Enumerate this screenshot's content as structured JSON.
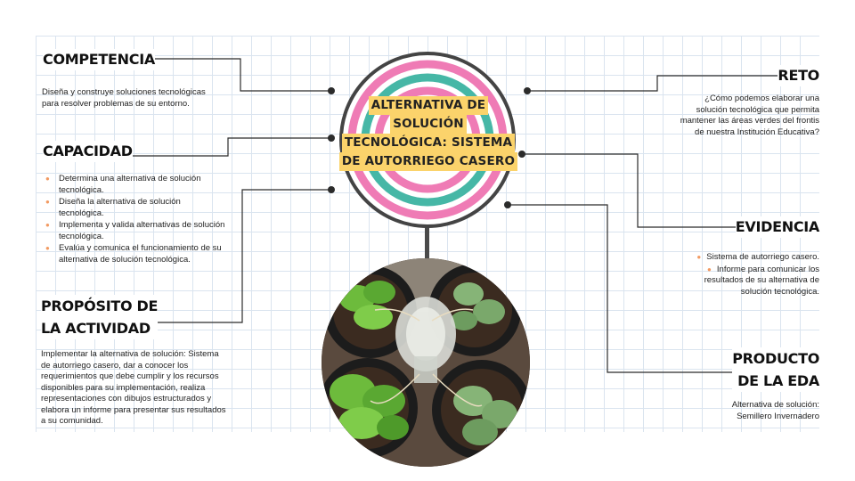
{
  "title": [
    "ALTERNATIVA DE",
    "SOLUCIÓN",
    "TECNOLÓGICA: SISTEMA",
    "DE AUTORRIEGO CASERO"
  ],
  "competencia": {
    "heading": "COMPETENCIA",
    "text": "Diseña y construye soluciones tecnológicas para resolver problemas de su entorno."
  },
  "capacidad": {
    "heading": "CAPACIDAD",
    "items": [
      "Determina una alternativa de solución tecnológica.",
      "Diseña la alternativa de solución tecnológica.",
      "Implementa y valida alternativas de solución tecnológica.",
      "Evalúa y comunica el funcionamiento de su alternativa de solución tecnológica."
    ]
  },
  "proposito": {
    "heading_line1": "PROPÓSITO DE",
    "heading_line2": "LA ACTIVIDAD",
    "text": "Implementar la alternativa de solución: Sistema de autorriego casero, dar a conocer los requerimientos que debe cumplir y los recursos disponibles para su implementación, realiza representaciones con dibujos estructurados y elabora un informe para presentar sus resultados a su comunidad."
  },
  "reto": {
    "heading": "RETO",
    "text": "¿Cómo podemos elaborar una solución tecnológica que permita mantener las áreas verdes del frontis de nuestra Institución Educativa?"
  },
  "evidencia": {
    "heading": "EVIDENCIA",
    "items": [
      "Sistema de autorriego casero.",
      "Informe para comunicar los resultados de su alternativa de solución tecnológica."
    ]
  },
  "producto": {
    "heading_line1": "PRODUCTO",
    "heading_line2": "DE LA EDA",
    "text": "Alternativa de solución: Semillero Invernadero"
  },
  "colors": {
    "pink": "#ef7bb5",
    "teal": "#46b7a6",
    "yellow": "#fbd36b",
    "connector": "#2b2b2b",
    "bullet": "#f29a62"
  }
}
